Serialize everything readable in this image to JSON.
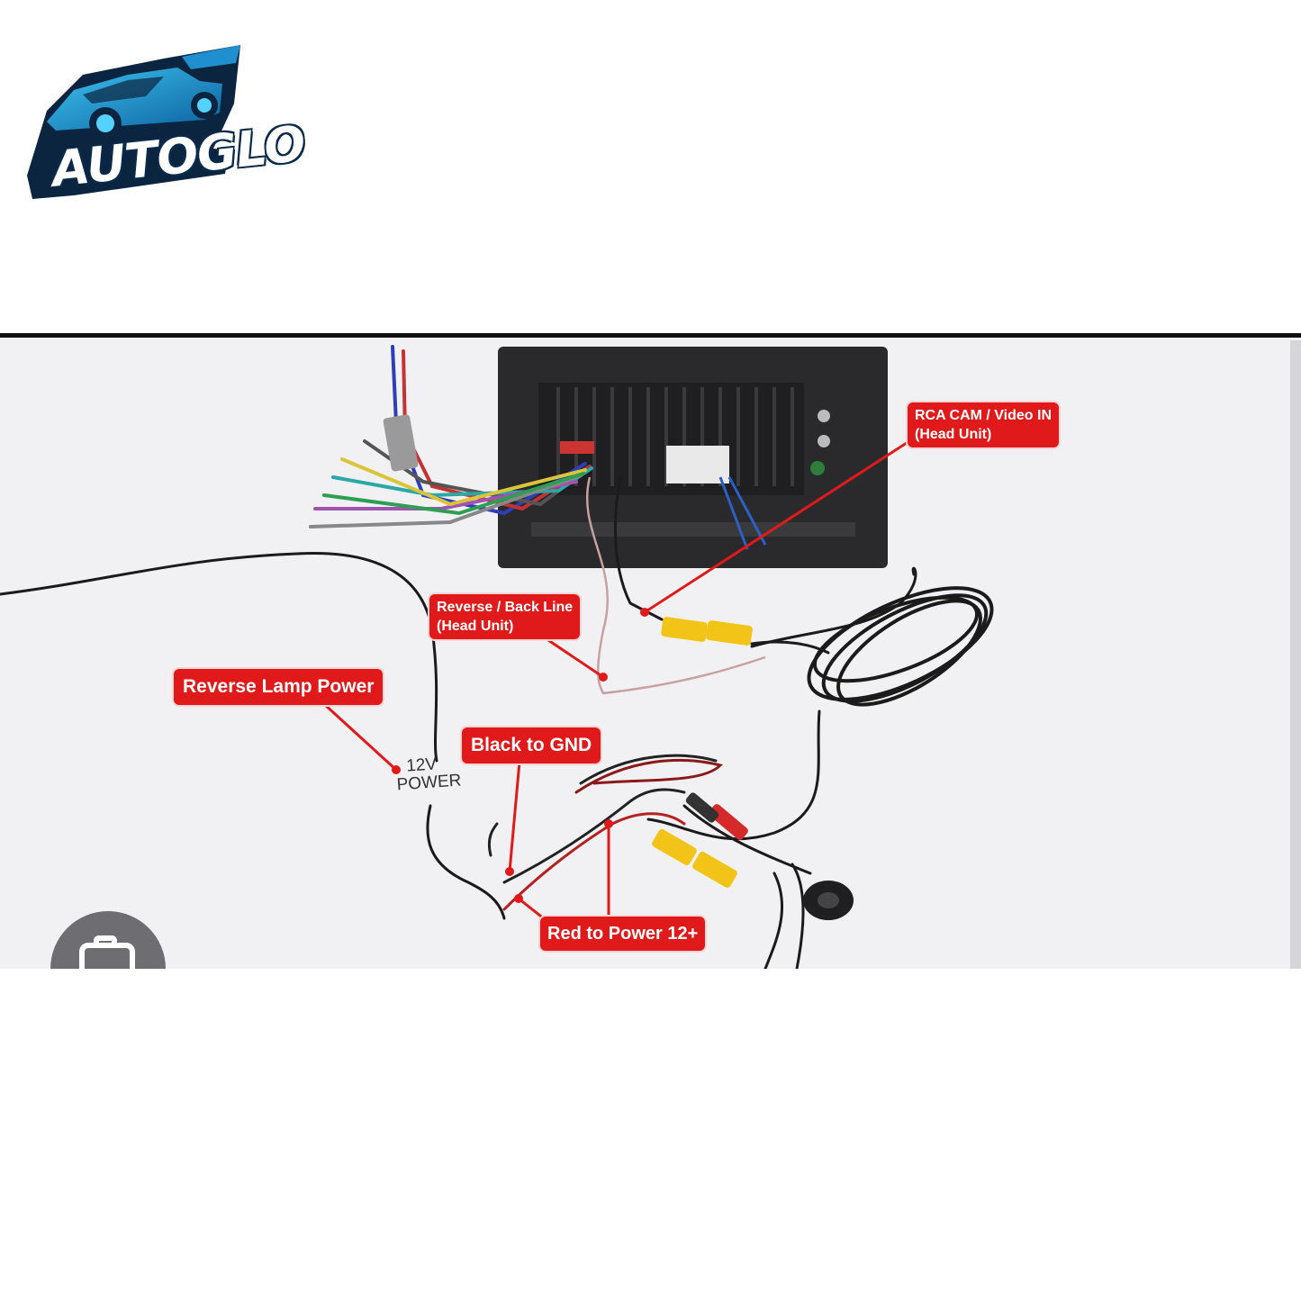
{
  "logo": {
    "wordmark": "AUTOGLO",
    "subtitle": "AUSTRALIA"
  },
  "diagram": {
    "labels": {
      "rca_cam_line1": "RCA CAM / Video IN",
      "rca_cam_line2": "(Head Unit)",
      "reverse_line1": "Reverse / Back Line",
      "reverse_line2": "(Head Unit)",
      "reverse_lamp": "Reverse Lamp Power",
      "black_gnd": "Black to GND",
      "red_power": "Red to Power 12+",
      "power_12v_line1": "12V",
      "power_12v_line2": "POWER"
    },
    "colors": {
      "callout": "#e01a1a",
      "background": "#f1f1f3",
      "head_unit": "#2a2a2c",
      "rca_plug": "#f2c417",
      "wire": "#1b1b1b"
    }
  },
  "overlay": {
    "icon": "camera-icon"
  }
}
